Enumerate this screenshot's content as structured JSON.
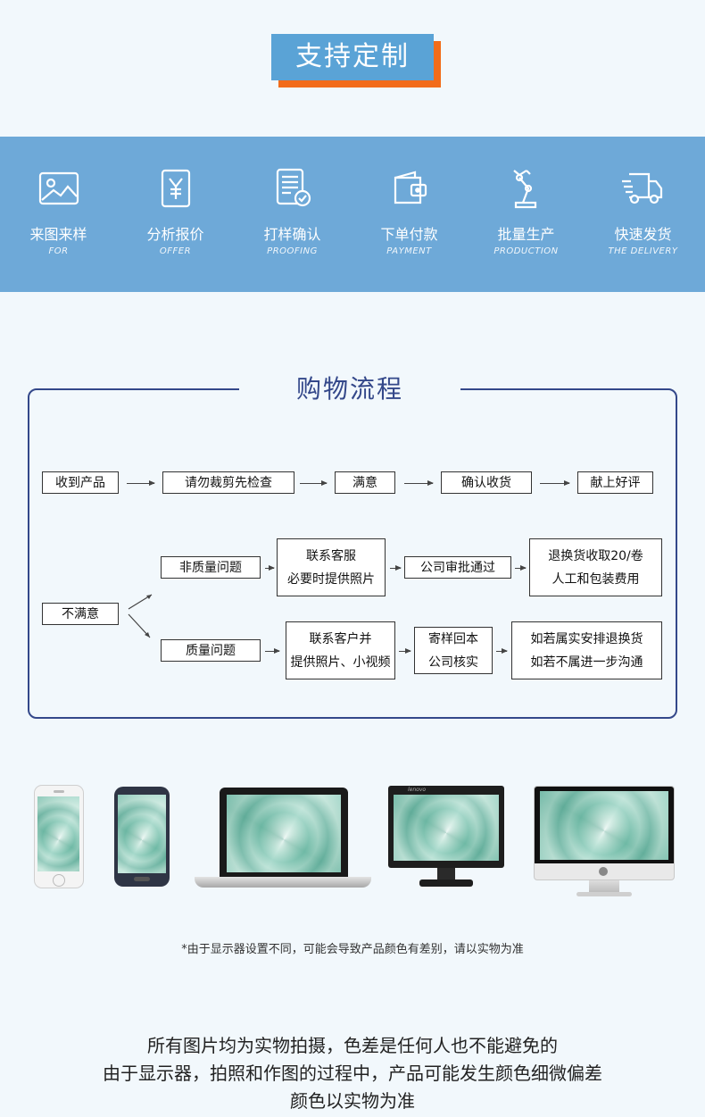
{
  "badge": {
    "title": "支持定制"
  },
  "steps": [
    {
      "zh": "来图来样",
      "en": "FOR",
      "icon": "image-icon"
    },
    {
      "zh": "分析报价",
      "en": "OFFER",
      "icon": "yen-icon"
    },
    {
      "zh": "打样确认",
      "en": "PROOFING",
      "icon": "document-check-icon"
    },
    {
      "zh": "下单付款",
      "en": "PAYMENT",
      "icon": "wallet-icon"
    },
    {
      "zh": "批量生产",
      "en": "PRODUCTION",
      "icon": "robot-arm-icon"
    },
    {
      "zh": "快速发货",
      "en": "THE DELIVERY",
      "icon": "truck-icon"
    }
  ],
  "flow": {
    "title": "购物流程",
    "main_row": [
      "收到产品",
      "请勿裁剪先检查",
      "满意",
      "确认收货",
      "献上好评"
    ],
    "unsatisfied": "不满意",
    "non_quality": {
      "label": "非质量问题",
      "contact": [
        "联系客服",
        "必要时提供照片"
      ],
      "approve": "公司审批通过",
      "result": [
        "退换货收取20/卷",
        "人工和包装费用"
      ]
    },
    "quality": {
      "label": "质量问题",
      "contact": [
        "联系客户并",
        "提供照片、小视频"
      ],
      "sample": [
        "寄样回本",
        "公司核实"
      ],
      "result": [
        "如若属实安排退换货",
        "如若不属进一步沟通"
      ]
    }
  },
  "devices": {
    "monitor_brand": "lenovo",
    "note": "*由于显示器设置不同，可能会导致产品颜色有差别，请以实物为准"
  },
  "bottom": {
    "line1": "所有图片均为实物拍摄，色差是任何人也不能避免的",
    "line2": "由于显示器，拍照和作图的过程中，产品可能发生颜色细微偏差",
    "line3": "颜色以实物为准"
  },
  "colors": {
    "band": "#6ea9d8",
    "badge": "#5aa3d6",
    "badge_shadow": "#f26c1a",
    "card_border": "#34488a"
  }
}
